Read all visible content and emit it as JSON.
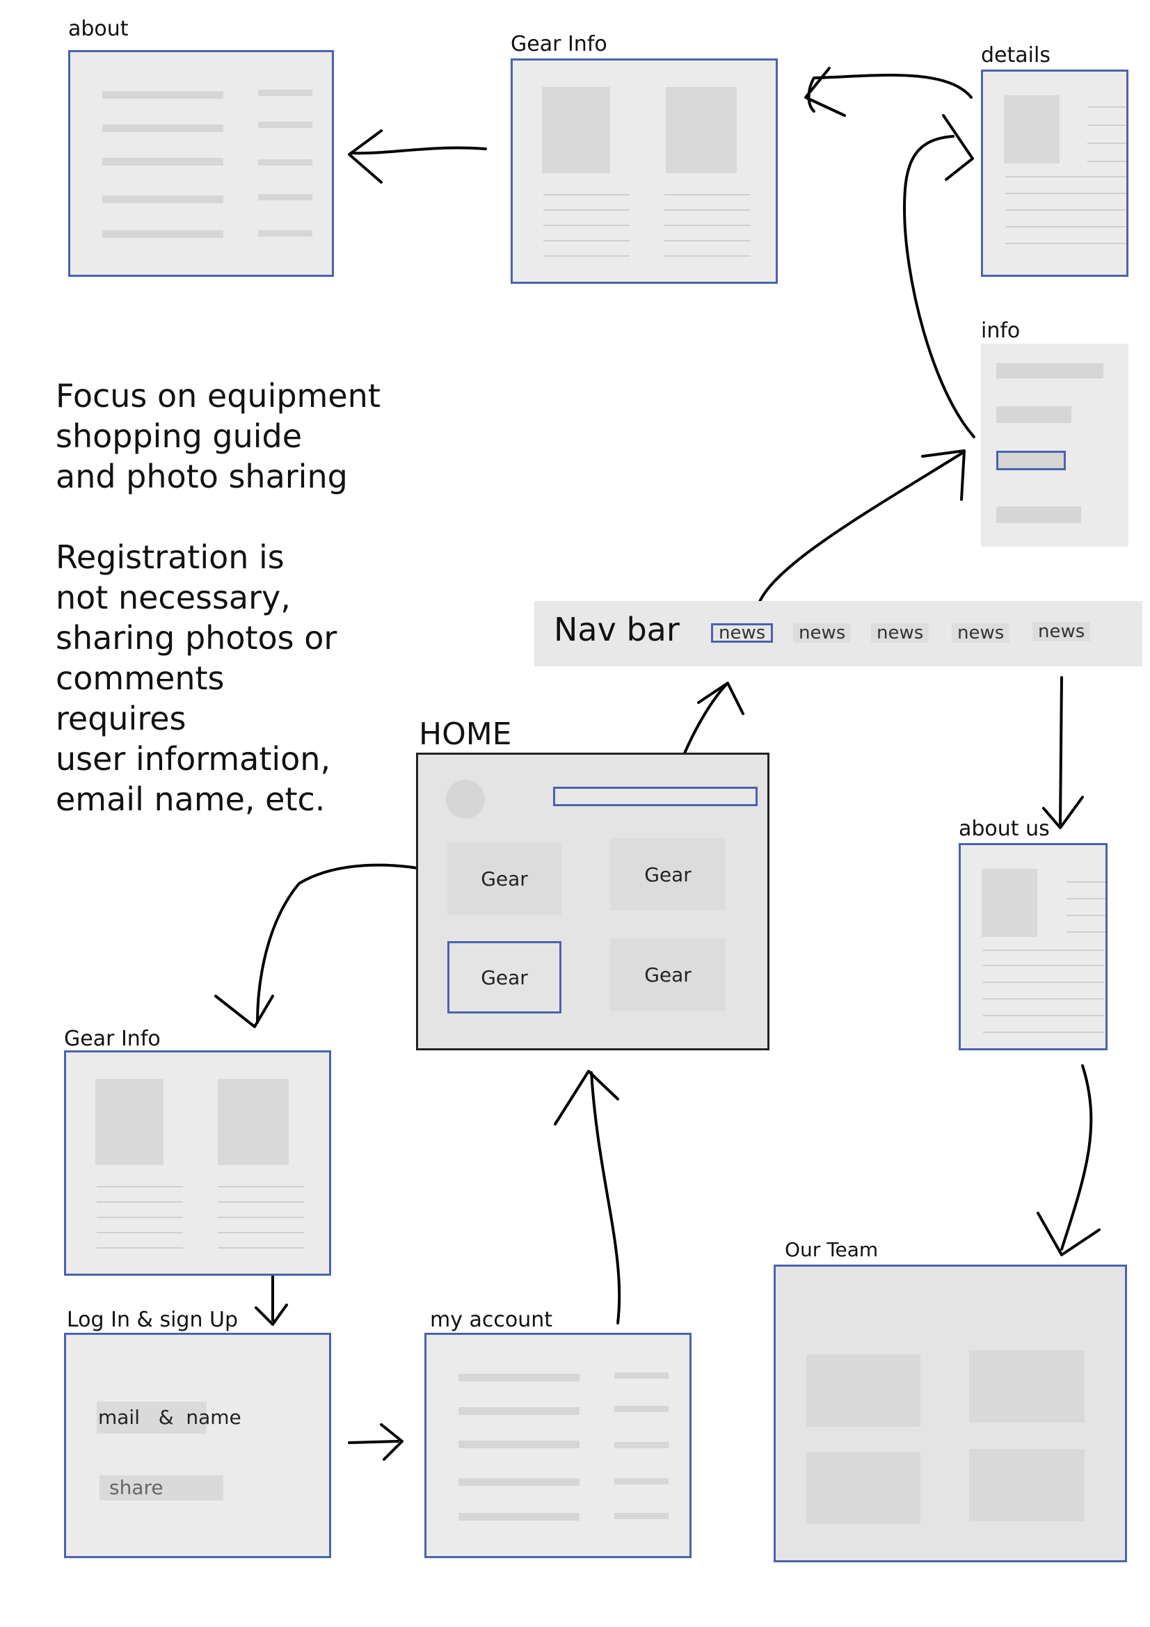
{
  "labels": {
    "about": "about",
    "gear_info_top": "Gear Info",
    "details": "details",
    "info": "info",
    "nav_bar": "Nav bar",
    "home": "HOME",
    "about_us": "about us",
    "gear_info_bottom": "Gear Info",
    "log_in": "Log In & sign Up",
    "my_account": "my account",
    "our_team": "Our Team"
  },
  "notes": [
    "Focus on equipment",
    "shopping guide",
    "and photo sharing",
    "",
    "Registration is",
    "not necessary,",
    "sharing photos or",
    "comments",
    "requires",
    "user information,",
    "email name, etc."
  ],
  "nav_tabs": [
    "news",
    "news",
    "news",
    "news",
    "news"
  ],
  "home_tiles": [
    "Gear",
    "Gear",
    "Gear",
    "Gear"
  ],
  "login_fields": {
    "mail_name": "mail   &  name",
    "share": "share"
  },
  "colors": {
    "frame_border": "#4a63ae",
    "frame_fill": "#ebebeb",
    "placeholder": "#d9d9d9"
  }
}
